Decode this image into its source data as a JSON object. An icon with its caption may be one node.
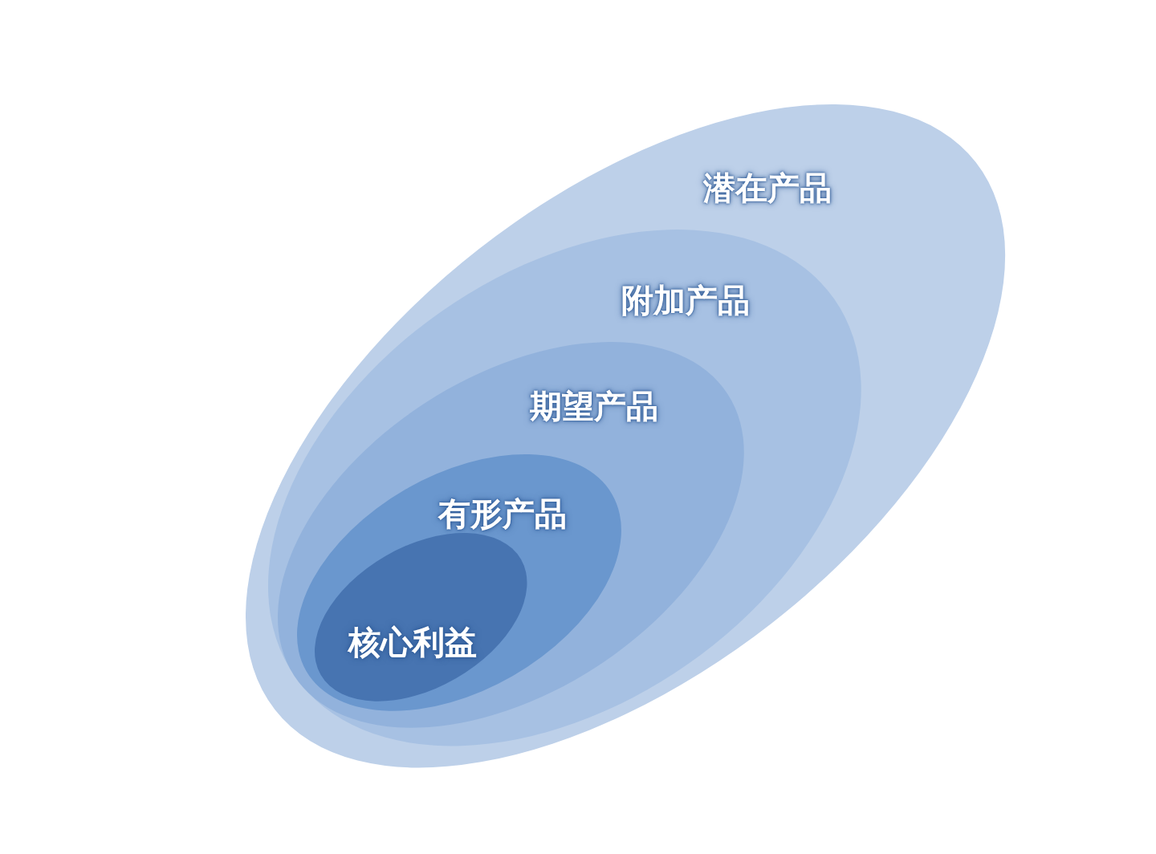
{
  "diagram": {
    "nodes": [
      {
        "text": [
          "潜在产品"
        ]
      },
      {
        "text": [
          "附加产品"
        ],
        "in": 0
      },
      {
        "text": [
          "期望产品"
        ],
        "in": 1
      },
      {
        "text": [
          "有形产品"
        ],
        "in": 2
      },
      {
        "text": [
          "核心利益"
        ],
        "in": 3
      }
    ]
  }
}
